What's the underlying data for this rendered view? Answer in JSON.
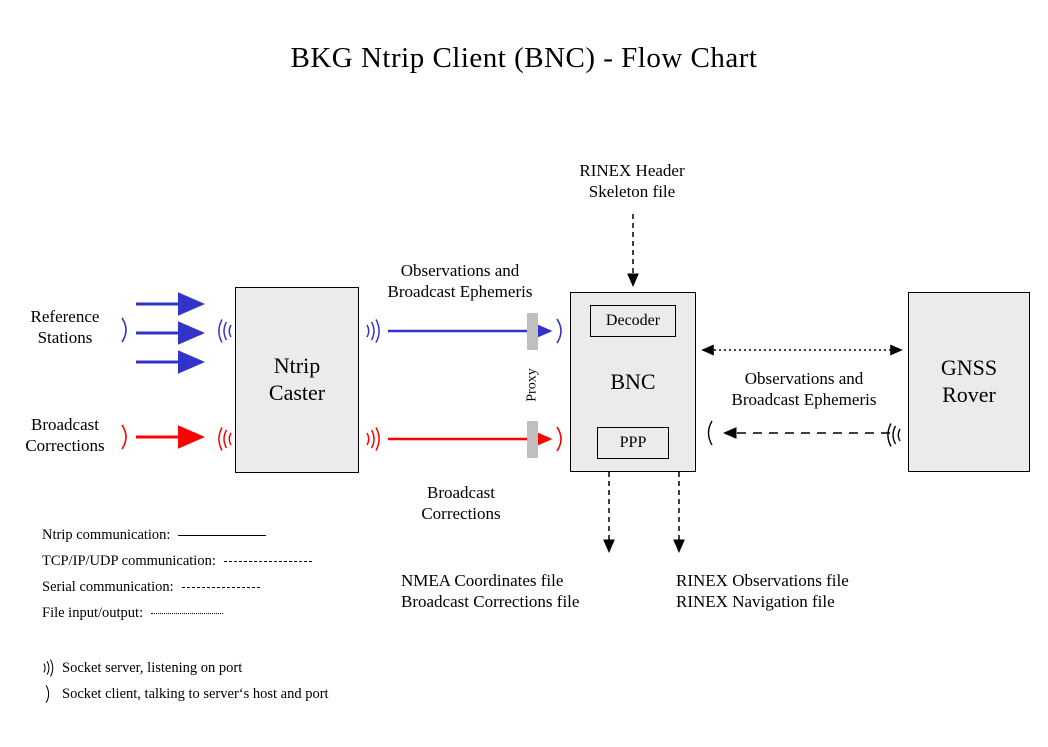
{
  "title": "BKG Ntrip Client (BNC)  -  Flow Chart",
  "nodes": {
    "ntrip_caster": "Ntrip\nCaster",
    "bnc": "BNC",
    "decoder": "Decoder",
    "ppp": "PPP",
    "gnss_rover": "GNSS\nRover"
  },
  "labels": {
    "reference_stations": "Reference\nStations",
    "broadcast_corrections_in": "Broadcast\nCorrections",
    "observations_ephemeris_mid": "Observations and\nBroadcast Ephemeris",
    "broadcast_corrections_mid": "Broadcast\nCorrections",
    "rinex_header_skeleton": "RINEX Header\nSkeleton file",
    "observations_ephemeris_right": "Observations and\nBroadcast Ephemeris",
    "nmea_output": "NMEA Coordinates file\nBroadcast Corrections file",
    "rinex_output": "RINEX Observations file\nRINEX Navigation file",
    "proxy": "Proxy"
  },
  "legend": {
    "lines": [
      {
        "text": "Ntrip communication:",
        "style": "solid"
      },
      {
        "text": "TCP/IP/UDP communication:",
        "style": "dashed"
      },
      {
        "text": "Serial communication:",
        "style": "dashdot"
      },
      {
        "text": "File input/output:",
        "style": "dotted"
      }
    ],
    "sockets": [
      {
        "symbol": "socket-server-icon",
        "text": "Socket server, listening on port"
      },
      {
        "symbol": "socket-client-icon",
        "text": "Socket client, talking to server‘s host and port"
      }
    ]
  },
  "colors": {
    "ntrip_blue": "#3333CC",
    "corrections_red": "#FF0000",
    "box_fill": "#EBEBEB",
    "proxy_gray": "#BFBFBF",
    "outline": "#000000"
  }
}
